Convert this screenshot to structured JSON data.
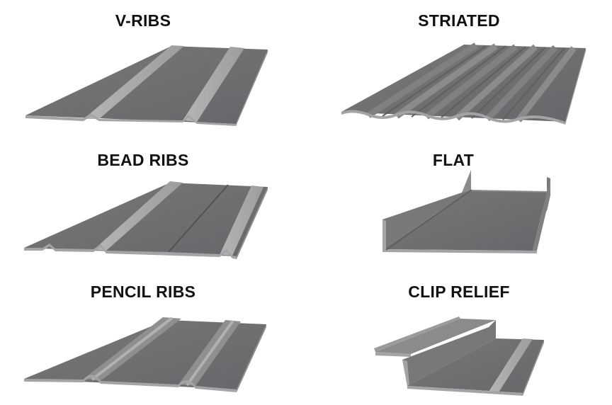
{
  "profiles": {
    "v_ribs": {
      "label": "V-RIBS"
    },
    "striated": {
      "label": "STRIATED"
    },
    "bead_ribs": {
      "label": "BEAD RIBS"
    },
    "flat": {
      "label": "FLAT"
    },
    "pencil_ribs": {
      "label": "PENCIL RIBS"
    },
    "clip_relief": {
      "label": "CLIP RELIEF"
    }
  },
  "colors": {
    "panel_face": "#6f7072",
    "panel_dark": "#5c5d5f",
    "rib_light": "#a9aaac",
    "edge": "#9a9b9d",
    "background": "#ffffff"
  }
}
